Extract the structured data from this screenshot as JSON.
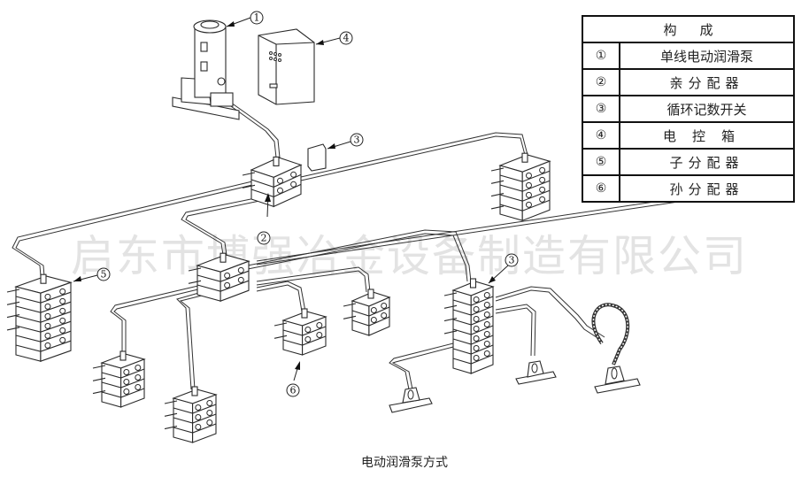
{
  "legend": {
    "header": "构成",
    "rows": [
      {
        "num": "①",
        "name": "单线电动润滑泵"
      },
      {
        "num": "②",
        "name": "亲分配器"
      },
      {
        "num": "③",
        "name": "循环记数开关"
      },
      {
        "num": "④",
        "name": "电控箱"
      },
      {
        "num": "⑤",
        "name": "子分配器"
      },
      {
        "num": "⑥",
        "name": "孙分配器"
      }
    ]
  },
  "callouts": {
    "pump": "1",
    "main_distributor": "2",
    "cycle_switch_top": "3",
    "cycle_switch_right": "3",
    "control_box": "4",
    "sub_distributor": "5",
    "grand_distributor": "6"
  },
  "watermark": "启东市博强冶金设备制造有限公司",
  "caption": "电动润滑泵方式"
}
